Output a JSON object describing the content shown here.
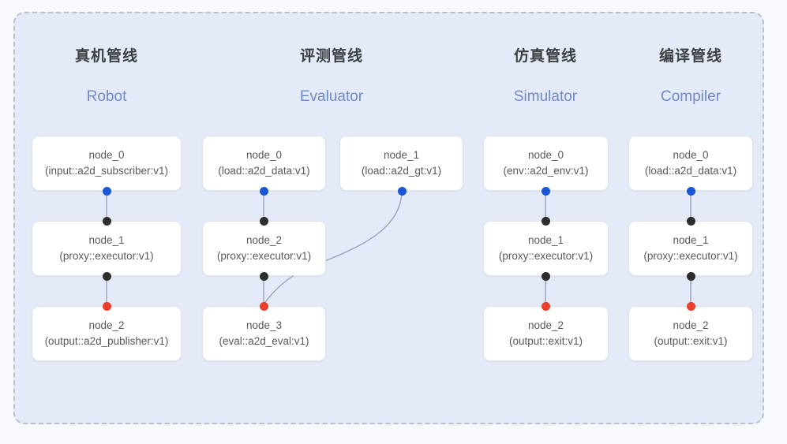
{
  "diagram": {
    "title_note": "pipeline-dag-overview",
    "container_style": "dashed-rounded",
    "colors": {
      "canvas": "#f8f9fc",
      "panel": "#e4eaf7",
      "panel_border": "#b9bfcd",
      "node_bg": "#ffffff",
      "node_border": "#dfe3ec",
      "node_text": "#58595b",
      "title_text": "#3c4043",
      "subtitle_text": "#7189c9",
      "port_output_blue": "#1a56d6",
      "port_black": "#2d2d2d",
      "port_input_red": "#e8402b",
      "edge_line": "#9aa3b5"
    }
  },
  "columns": [
    {
      "id": "robot",
      "title": "真机管线",
      "subtitle": "Robot",
      "nodes": [
        {
          "name": "node_0",
          "spec": "(input::a2d_subscriber:v1)"
        },
        {
          "name": "node_1",
          "spec": "(proxy::executor:v1)"
        },
        {
          "name": "node_2",
          "spec": "(output::a2d_publisher:v1)"
        }
      ]
    },
    {
      "id": "evaluator",
      "title": "评测管线",
      "subtitle": "Evaluator",
      "nodes": [
        {
          "name": "node_0",
          "spec": "(load::a2d_data:v1)"
        },
        {
          "name": "node_1",
          "spec": "(load::a2d_gt:v1)"
        },
        {
          "name": "node_2",
          "spec": "(proxy::executor:v1)"
        },
        {
          "name": "node_3",
          "spec": "(eval::a2d_eval:v1)"
        }
      ]
    },
    {
      "id": "simulator",
      "title": "仿真管线",
      "subtitle": "Simulator",
      "nodes": [
        {
          "name": "node_0",
          "spec": "(env::a2d_env:v1)"
        },
        {
          "name": "node_1",
          "spec": "(proxy::executor:v1)"
        },
        {
          "name": "node_2",
          "spec": "(output::exit:v1)"
        }
      ]
    },
    {
      "id": "compiler",
      "title": "编译管线",
      "subtitle": "Compiler",
      "nodes": [
        {
          "name": "node_0",
          "spec": "(load::a2d_data:v1)"
        },
        {
          "name": "node_1",
          "spec": "(proxy::executor:v1)"
        },
        {
          "name": "node_2",
          "spec": "(output::exit:v1)"
        }
      ]
    }
  ],
  "edges": [
    {
      "from": "robot.node_0",
      "to": "robot.node_1",
      "kind": "straight"
    },
    {
      "from": "robot.node_1",
      "to": "robot.node_2",
      "kind": "straight"
    },
    {
      "from": "evaluator.node_0",
      "to": "evaluator.node_2",
      "kind": "straight"
    },
    {
      "from": "evaluator.node_2",
      "to": "evaluator.node_3",
      "kind": "straight"
    },
    {
      "from": "evaluator.node_1",
      "to": "evaluator.node_3",
      "kind": "curved"
    },
    {
      "from": "simulator.node_0",
      "to": "simulator.node_1",
      "kind": "straight"
    },
    {
      "from": "simulator.node_1",
      "to": "simulator.node_2",
      "kind": "straight"
    },
    {
      "from": "compiler.node_0",
      "to": "compiler.node_1",
      "kind": "straight"
    },
    {
      "from": "compiler.node_1",
      "to": "compiler.node_2",
      "kind": "straight"
    }
  ]
}
